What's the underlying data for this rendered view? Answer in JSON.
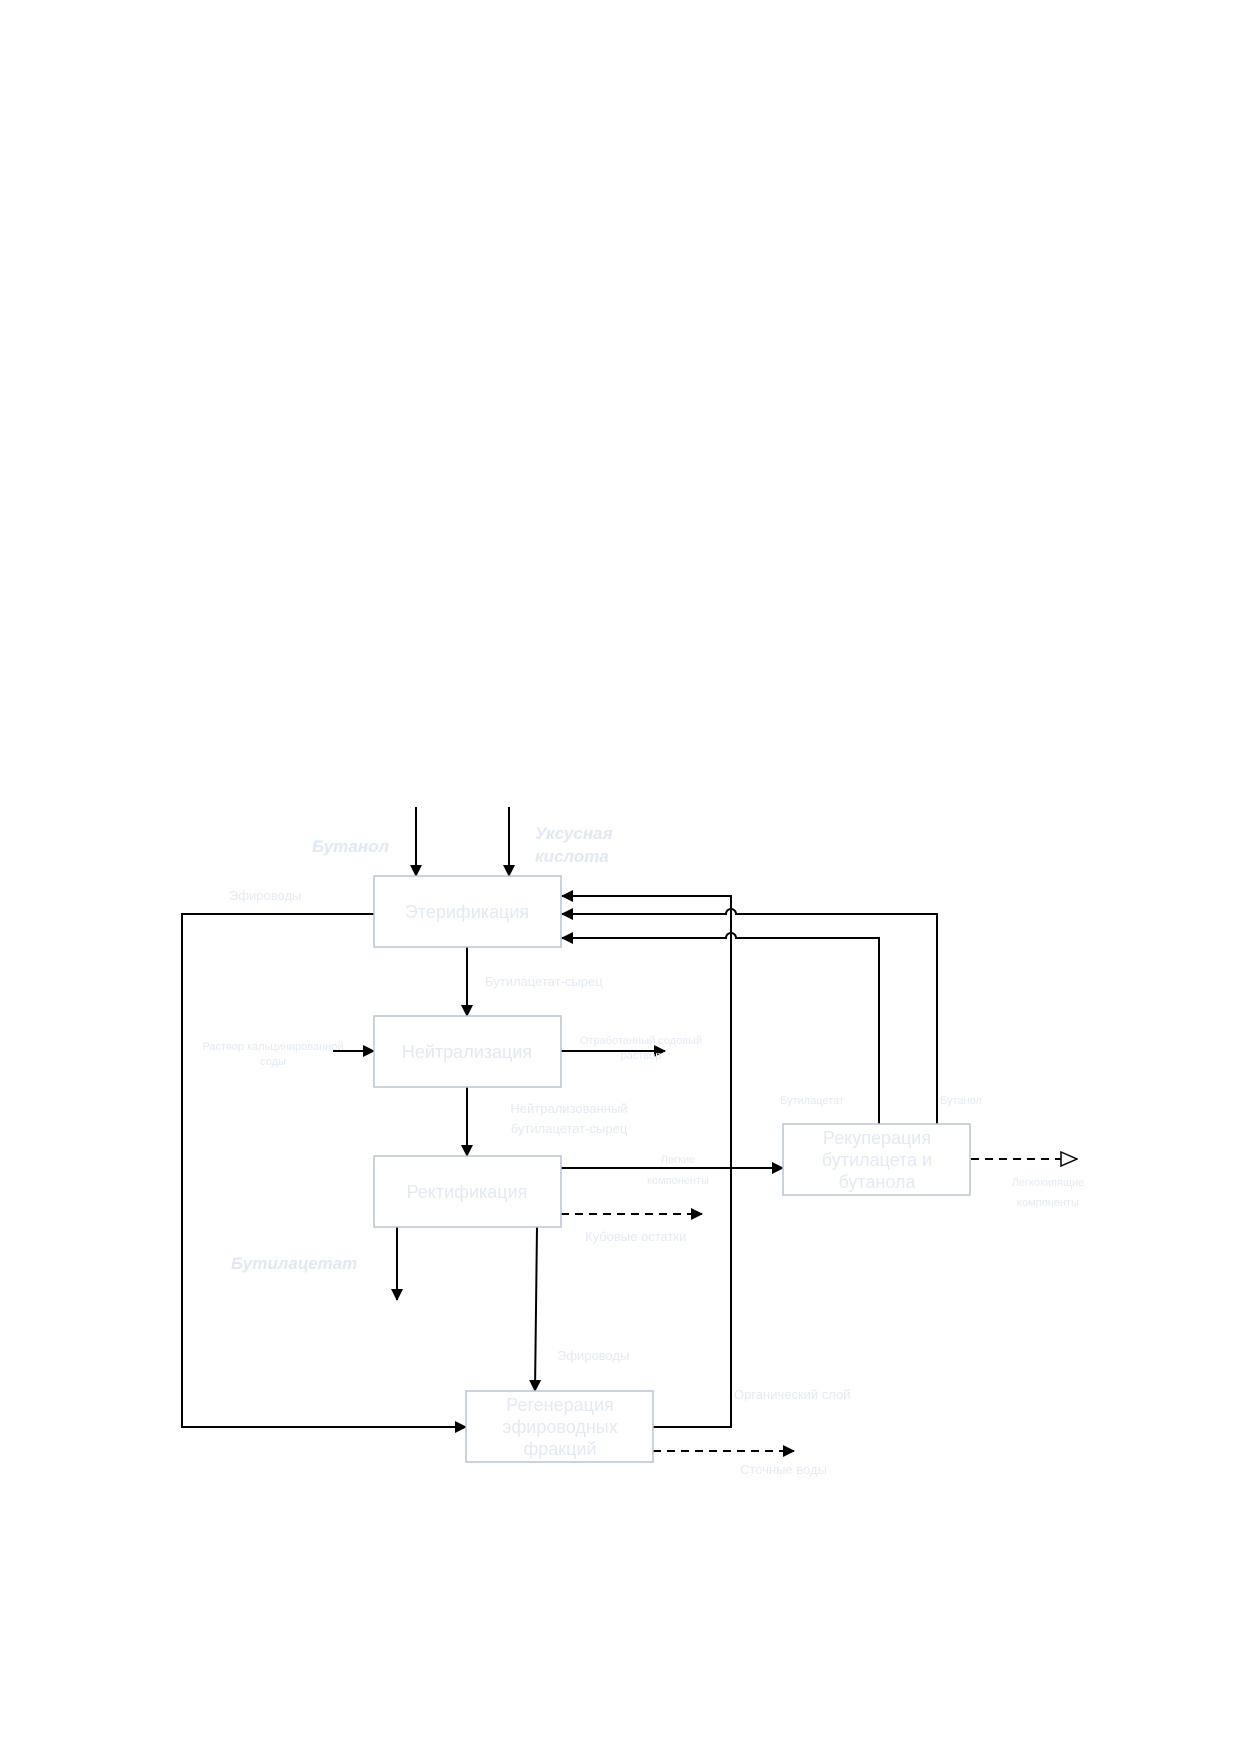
{
  "boxes": {
    "esterification": "Этерификация",
    "neutralization": "Нейтрализация",
    "rectification": "Ректификация",
    "recovery": [
      "Рекуперация",
      "бутилацета и",
      "бутанола"
    ],
    "regeneration": [
      "Регенерация",
      "эфироводных",
      "фракций"
    ]
  },
  "inputs": {
    "butanol": "Бутанол",
    "acetic_acid": [
      "Уксусная",
      "кислота"
    ]
  },
  "flows": {
    "ether_water": "Эфироводы",
    "butyl_acetate_raw": "Бутилацетат-сырец",
    "soda_solution": [
      "Раствор кальцинированной",
      "соды"
    ],
    "spent_soda": [
      "Отработанный содовый",
      "раствор"
    ],
    "neutralized_raw": [
      "Нейтрализованный",
      "бутилацетат-сырец"
    ],
    "light_components": [
      "Легкие",
      "компоненты"
    ],
    "still_residue": "Кубовые остатки",
    "butyl_acetate_product": "Бутилацетат",
    "ether_water_2": "Эфироводы",
    "organic_layer": "Органический слой",
    "waste_water": "Сточные воды",
    "butyl_acetate_return": "Бутилацетат",
    "butanol_return": "Бутанол",
    "light_out": [
      "Легкокипящие",
      "компоненты"
    ]
  }
}
